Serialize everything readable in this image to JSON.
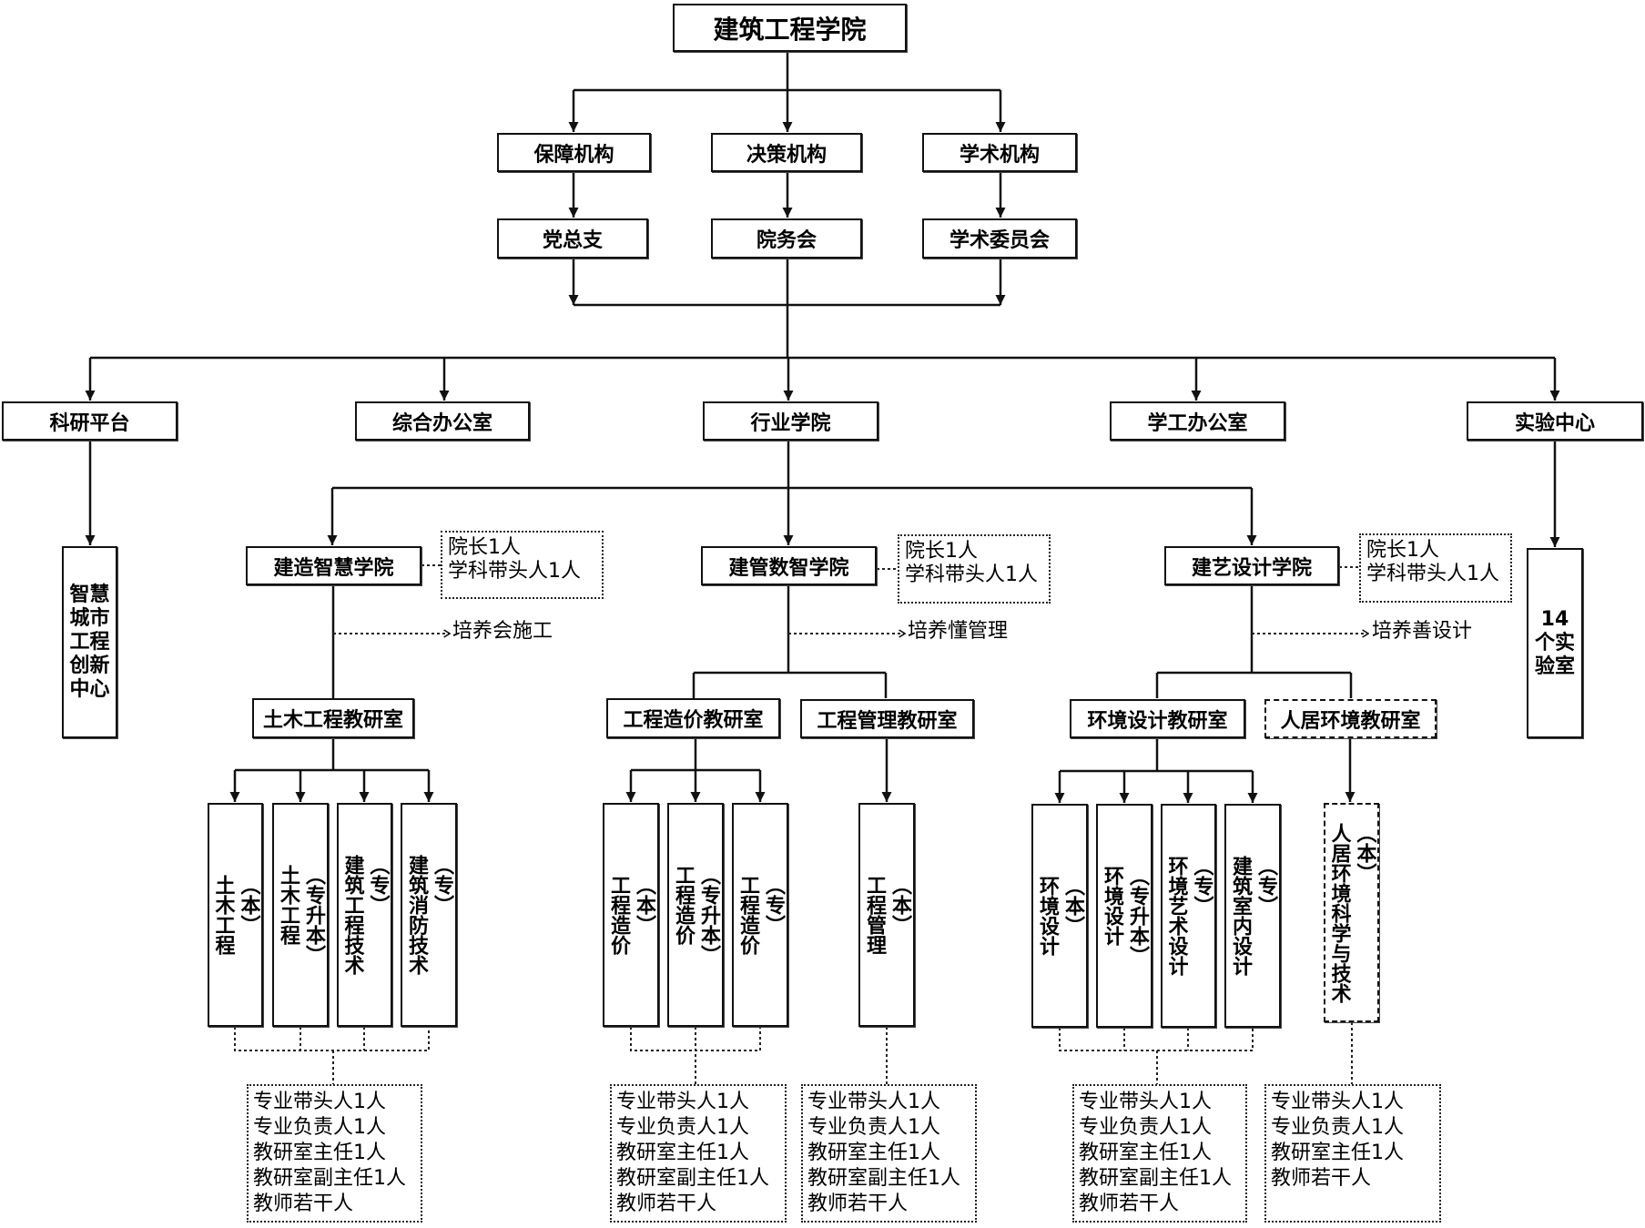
{
  "title": "建筑工程学院",
  "level2": [
    {
      "name": "保障机构",
      "child": "党总支"
    },
    {
      "name": "决策机构",
      "child": "院务会"
    },
    {
      "name": "学术机构",
      "child": "学术委员会"
    }
  ],
  "departments": [
    {
      "name": "科研平台",
      "child": [
        "智慧",
        "城市",
        "工程",
        "创新",
        "中心"
      ]
    },
    {
      "name": "综合办公室"
    },
    {
      "name": "行业学院"
    },
    {
      "name": "学工办公室"
    },
    {
      "name": "实验中心",
      "child": [
        "14",
        "个实",
        "验室"
      ]
    }
  ],
  "colleges": [
    {
      "name": "建造智慧学院",
      "note": [
        "院长1人",
        "学科带头人1人"
      ],
      "training": "培养会施工",
      "offices": [
        {
          "name": "土木工程教研室",
          "dashed": false,
          "majors": [
            {
              "name": "土木工程",
              "level": "（本）"
            },
            {
              "name": "土木工程",
              "level": "（专升本）"
            },
            {
              "name": "建筑工程技术",
              "level": "（专）"
            },
            {
              "name": "建筑消防技术",
              "level": "（专）"
            }
          ],
          "staff": [
            "专业带头人1人",
            "专业负责人1人",
            "教研室主任1人",
            "教研室副主任1人",
            "教师若干人"
          ]
        }
      ]
    },
    {
      "name": "建管数智学院",
      "note": [
        "院长1人",
        "学科带头人1人"
      ],
      "training": "培养懂管理",
      "offices": [
        {
          "name": "工程造价教研室",
          "dashed": false,
          "majors": [
            {
              "name": "工程造价",
              "level": "（本）"
            },
            {
              "name": "工程造价",
              "level": "（专升本）"
            },
            {
              "name": "工程造价",
              "level": "（专）"
            }
          ],
          "staff": [
            "专业带头人1人",
            "专业负责人1人",
            "教研室主任1人",
            "教研室副主任1人",
            "教师若干人"
          ]
        },
        {
          "name": "工程管理教研室",
          "dashed": false,
          "majors": [
            {
              "name": "工程管理",
              "level": "（本）"
            }
          ],
          "staff": [
            "专业带头人1人",
            "专业负责人1人",
            "教研室主任1人",
            "教研室副主任1人",
            "教师若干人"
          ]
        }
      ]
    },
    {
      "name": "建艺设计学院",
      "note": [
        "院长1人",
        "学科带头人1人"
      ],
      "training": "培养善设计",
      "offices": [
        {
          "name": "环境设计教研室",
          "dashed": false,
          "majors": [
            {
              "name": "环境设计",
              "level": "（本）"
            },
            {
              "name": "环境设计",
              "level": "（专升本）"
            },
            {
              "name": "环境艺术设计",
              "level": "（专）"
            },
            {
              "name": "建筑室内设计",
              "level": "（专）"
            }
          ],
          "staff": [
            "专业带头人1人",
            "专业负责人1人",
            "教研室主任1人",
            "教研室副主任1人",
            "教师若干人"
          ]
        },
        {
          "name": "人居环境教研室",
          "dashed": true,
          "majors": [
            {
              "name": "人居环境科学与技术",
              "level": "（本）"
            }
          ],
          "staff": [
            "专业带头人1人",
            "专业负责人1人",
            "教研室主任1人",
            "教师若干人"
          ]
        }
      ]
    }
  ]
}
